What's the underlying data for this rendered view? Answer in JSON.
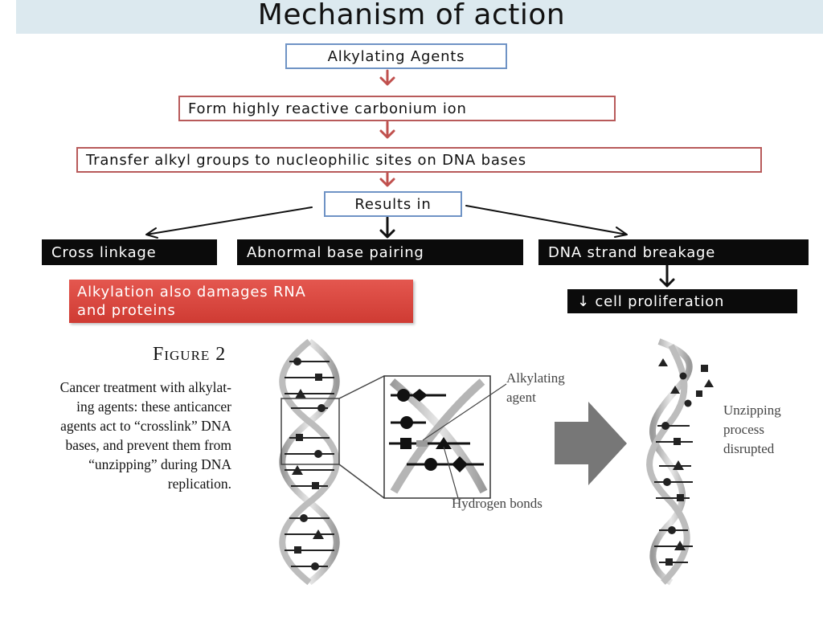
{
  "title": "Mechanism of action",
  "flow": {
    "step1": "Alkylating Agents",
    "step2": "Form highly reactive carbonium ion",
    "step3": "Transfer alkyl groups to nucleophilic sites on DNA bases",
    "step4": "Results in",
    "outcomes": [
      "Cross linkage",
      "Abnormal base pairing",
      "DNA strand breakage"
    ],
    "consequence": "↓ cell proliferation",
    "note_line1": "Alkylation also damages RNA",
    "note_line2": "and proteins"
  },
  "figure": {
    "title": "Figure 2",
    "caption": [
      "Cancer treatment with alkylat-",
      "ing agents:  these anticancer",
      "agents act to “crosslink” DNA",
      "bases, and prevent them from",
      "“unzipping” during DNA",
      "replication."
    ],
    "label_agent_1": "Alkylating",
    "label_agent_2": "agent",
    "label_bonds": "Hydrogen bonds",
    "label_unzip_1": "Unzipping",
    "label_unzip_2": "process",
    "label_unzip_3": "disrupted"
  },
  "colors": {
    "title_band": "#dce9ef",
    "red_arrow": "#c0504d",
    "note_red": "#d9443b",
    "blue_border": "#6f93c5"
  }
}
